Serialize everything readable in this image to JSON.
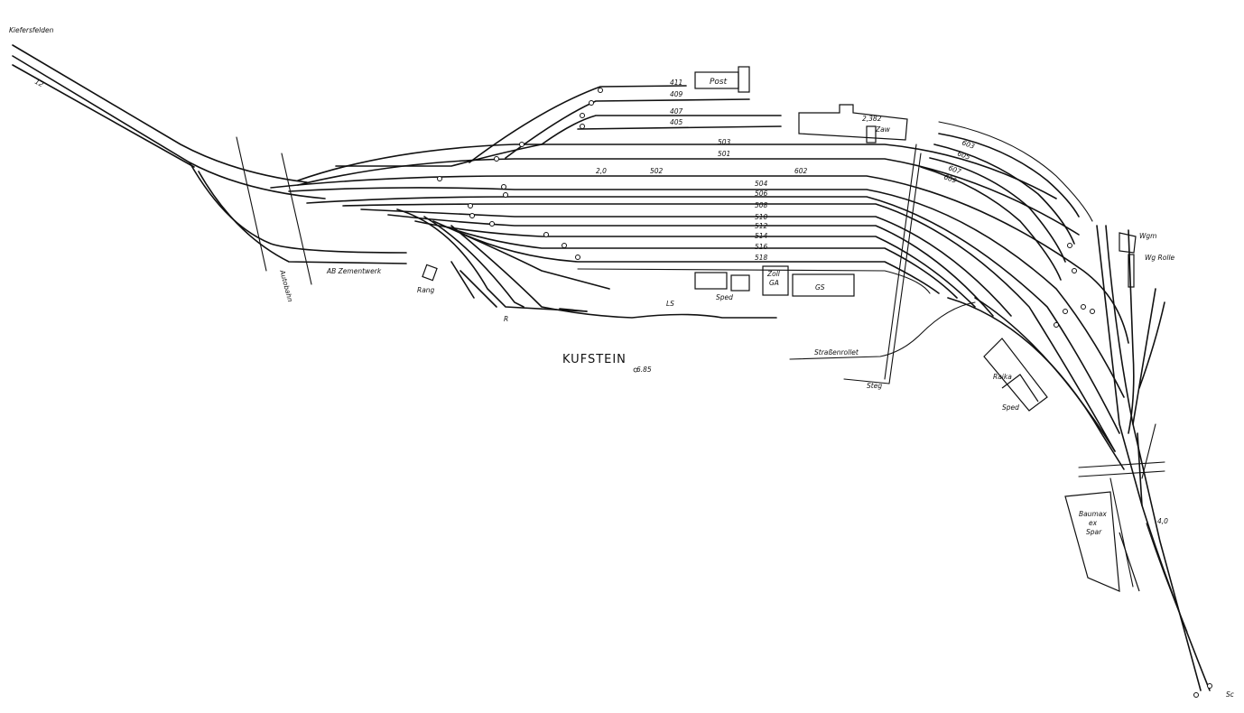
{
  "station": {
    "name": "KUFSTEIN",
    "date": "6.85"
  },
  "directions": {
    "northwest": "Kiefersfelden",
    "southeast": "Sc"
  },
  "track_numbers": [
    "411",
    "409",
    "407",
    "405",
    "503",
    "501",
    "502",
    "602",
    "504",
    "506",
    "508",
    "510",
    "512",
    "514",
    "516",
    "518",
    "603",
    "605",
    "607",
    "609"
  ],
  "chainage": {
    "km_12": "12",
    "km_20": "2,0",
    "km_40": "4,0",
    "km_2382": "2,382"
  },
  "facilities": {
    "post": "Post",
    "zollamt": "Zoll",
    "ga": "GA",
    "gs": "GS",
    "spedition_1": "Sped",
    "spedition_2": "Sped",
    "rang": "Rang",
    "zementwerk": "AB Zementwerk",
    "autobahn": "Autobahn",
    "ladestrasse": "LS",
    "strassenrollet": "Straßenrollet",
    "steg": "Steg",
    "raika": "Raika",
    "wgm": "Wgm",
    "wg_rolle": "Wg Rolle",
    "baumax": "Baumax",
    "ex": "ex",
    "spar": "Spar",
    "zaw": "Zaw",
    "r_marker": "R"
  }
}
